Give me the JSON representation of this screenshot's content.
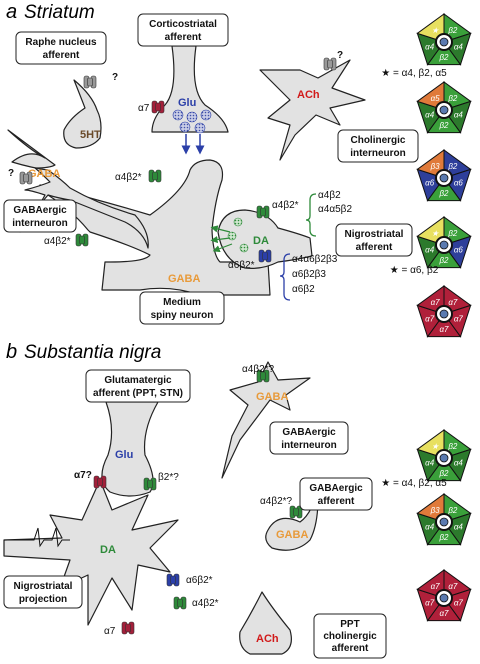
{
  "panel_a": {
    "letter": "a",
    "title": "Striatum",
    "boxes": {
      "raphe": [
        "Raphe nucleus",
        "afferent"
      ],
      "cortico": [
        "Corticostriatal",
        "afferent"
      ],
      "cholinergic": [
        "Cholinergic",
        "interneuron"
      ],
      "gabaergic": [
        "GABAergic",
        "interneuron"
      ],
      "nigrostriatal": [
        "Nigrostriatal",
        "afferent"
      ],
      "msn": [
        "Medium",
        "spiny neuron"
      ]
    },
    "transmitters": {
      "sht": "5HT",
      "glu": "Glu",
      "ach": "ACh",
      "gaba_inter": "GABA",
      "da": "DA",
      "gaba_msn": "GABA"
    },
    "receptor_labels": {
      "q_raphe": "?",
      "q_ach": "?",
      "q_gaba": "?",
      "a7": "α7",
      "a4b2_msn": "α4β2*",
      "a4b2_inter": "α4β2*",
      "a4b2_da": "α4β2*",
      "a6b2_da": "α6β2*"
    },
    "a4b2_subtypes": [
      "α4β2",
      "α4α5β2"
    ],
    "a6b2_subtypes": [
      "α4α6β2β3",
      "α6β2β3",
      "α6β2"
    ],
    "legend_notes": [
      "★ = α4, β2, α5",
      "★ = α6, β2"
    ]
  },
  "panel_b": {
    "letter": "b",
    "title": "Substantia nigra",
    "boxes": {
      "glutamatergic": [
        "Glutamatergic",
        "afferent (PPT, STN)"
      ],
      "gaba_inter": [
        "GABAergic",
        "interneuron"
      ],
      "gaba_aff": [
        "GABAergic",
        "afferent"
      ],
      "nigro_proj": [
        "Nigrostriatal",
        "projection"
      ],
      "ppt": [
        "PPT",
        "cholinergic",
        "afferent"
      ]
    },
    "transmitters": {
      "glu": "Glu",
      "gaba_inter": "GABA",
      "gaba_aff": "GABA",
      "da": "DA",
      "ach": "ACh"
    },
    "receptor_labels": {
      "a7q": "α7?",
      "b2q": "β2*?",
      "a4b2q_inter": "α4β2*?",
      "a4b2q_aff": "α4β2*?",
      "a6b2": "α6β2*",
      "a4b2": "α4β2*",
      "a7": "α7"
    },
    "legend_notes": [
      "★ = α4, β2, α5"
    ]
  },
  "pentamers": [
    {
      "subunits": [
        "β2",
        "α4",
        "β2",
        "α4",
        "★"
      ],
      "colors": [
        "#3aa03a",
        "#2c7a2c",
        "#3aa03a",
        "#2c7a2c",
        "#e8e060"
      ]
    },
    {
      "subunits": [
        "β2",
        "α4",
        "β2",
        "α4",
        "α5"
      ],
      "colors": [
        "#3aa03a",
        "#2c7a2c",
        "#3aa03a",
        "#2c7a2c",
        "#e07a3a"
      ]
    },
    {
      "subunits": [
        "β2",
        "α6",
        "β2",
        "α6",
        "β3"
      ],
      "colors": [
        "#2e3f9a",
        "#2e3f9a",
        "#3aa03a",
        "#2e3f9a",
        "#e07a3a"
      ]
    },
    {
      "subunits": [
        "β2",
        "α6",
        "β2",
        "α4",
        "★"
      ],
      "colors": [
        "#3aa03a",
        "#2e3f9a",
        "#3aa03a",
        "#2c7a2c",
        "#e8e060"
      ]
    },
    {
      "subunits": [
        "α7",
        "α7",
        "α7",
        "α7",
        "α7"
      ],
      "colors": [
        "#b0203a",
        "#b0203a",
        "#b0203a",
        "#b0203a",
        "#b0203a"
      ]
    },
    {
      "subunits": [
        "β2",
        "α4",
        "β2",
        "α4",
        "★"
      ],
      "colors": [
        "#3aa03a",
        "#2c7a2c",
        "#3aa03a",
        "#2c7a2c",
        "#e8e060"
      ]
    },
    {
      "subunits": [
        "β2",
        "α4",
        "β2",
        "α4",
        "β3"
      ],
      "colors": [
        "#3aa03a",
        "#2c7a2c",
        "#3aa03a",
        "#2c7a2c",
        "#e07a3a"
      ]
    },
    {
      "subunits": [
        "α7",
        "α7",
        "α7",
        "α7",
        "α7"
      ],
      "colors": [
        "#b0203a",
        "#b0203a",
        "#b0203a",
        "#b0203a",
        "#b0203a"
      ]
    }
  ],
  "colors": {
    "glu": "#2b3fa8",
    "gaba": "#e89a3a",
    "ach": "#d11a1a",
    "da": "#2e8a3a",
    "sht": "#6a4a2a",
    "a4b2": "#2e8a3a",
    "a6b2": "#2b3fa8",
    "a7": "#a3203a",
    "q": "#555555"
  }
}
